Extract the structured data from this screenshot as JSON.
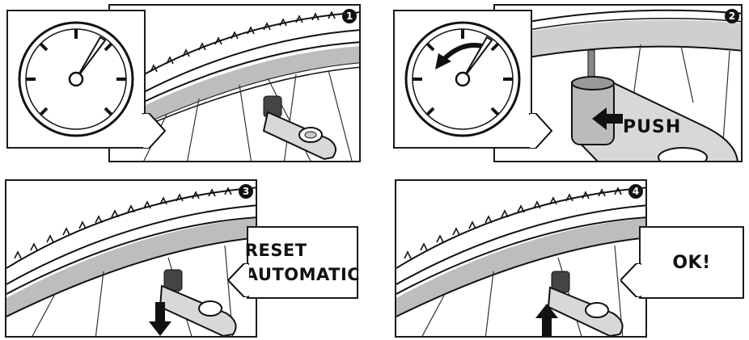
{
  "steps": [
    {
      "number": "1"
    },
    {
      "number": "2",
      "action_label": "PUSH"
    },
    {
      "number": "3",
      "callout_line1": "RESET",
      "callout_line2": "AUTOMATIC",
      "arrow": "down-arrow-icon"
    },
    {
      "number": "4",
      "callout_text": "OK!",
      "arrow": "up-arrow-icon"
    }
  ]
}
